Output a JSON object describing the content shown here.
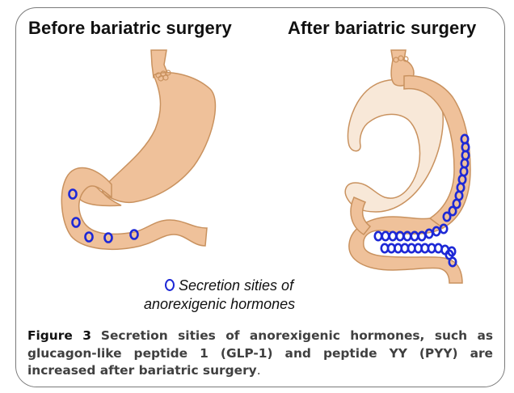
{
  "panels": {
    "before_title": "Before bariatric surgery",
    "after_title": "After bariatric surgery"
  },
  "legend": {
    "line1": "Secretion sities of",
    "line2": "anorexigenic hormones"
  },
  "caption": {
    "label": "Figure 3",
    "text": "Secretion sities of anorexigenic hormones, such as glucagon-like peptide 1 (GLP-1) and peptide YY (PYY) are increased after bariatric surgery",
    "end": "."
  },
  "colors": {
    "stomach_fill": "#efc19a",
    "stomach_outline": "#c9925f",
    "pouch_fill": "#f8e8d8",
    "marker": "#1d28d6",
    "frame_border": "#7a7a7a"
  }
}
